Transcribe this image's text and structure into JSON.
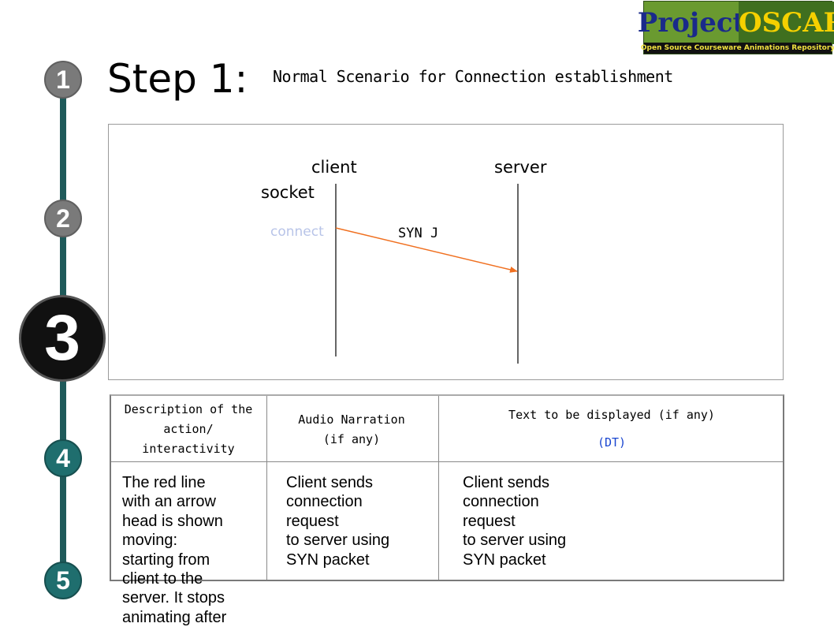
{
  "logo": {
    "left_text": "Project",
    "right_text": "OSCAR",
    "tagline": "Open Source Courseware Animations Repository"
  },
  "steps": [
    "1",
    "2",
    "3",
    "4",
    "5"
  ],
  "current_step": "3",
  "header": {
    "title": "Step 1:",
    "subtitle": "Normal Scenario for Connection establishment"
  },
  "diagram": {
    "client_label": "client",
    "server_label": "server",
    "socket_label": "socket",
    "connect_label": "connect",
    "message_label": "SYN J",
    "colors": {
      "arrow": "#f07020",
      "connect": "#b8c4e8"
    }
  },
  "table": {
    "headers": {
      "description": "Description of the action/ interactivity",
      "audio": "Audio Narration (if any)",
      "text": "Text to be displayed (if any)",
      "text_note": "(DT)"
    },
    "cells": {
      "description": "The red line\nwith an arrow\nhead is shown\nmoving:\nstarting from\nclient to the\nserver. It stops\nanimating after",
      "audio": "Client sends\nconnection\nrequest\nto server using\nSYN packet",
      "text": "Client sends\nconnection\nrequest\nto server using\nSYN packet"
    }
  }
}
